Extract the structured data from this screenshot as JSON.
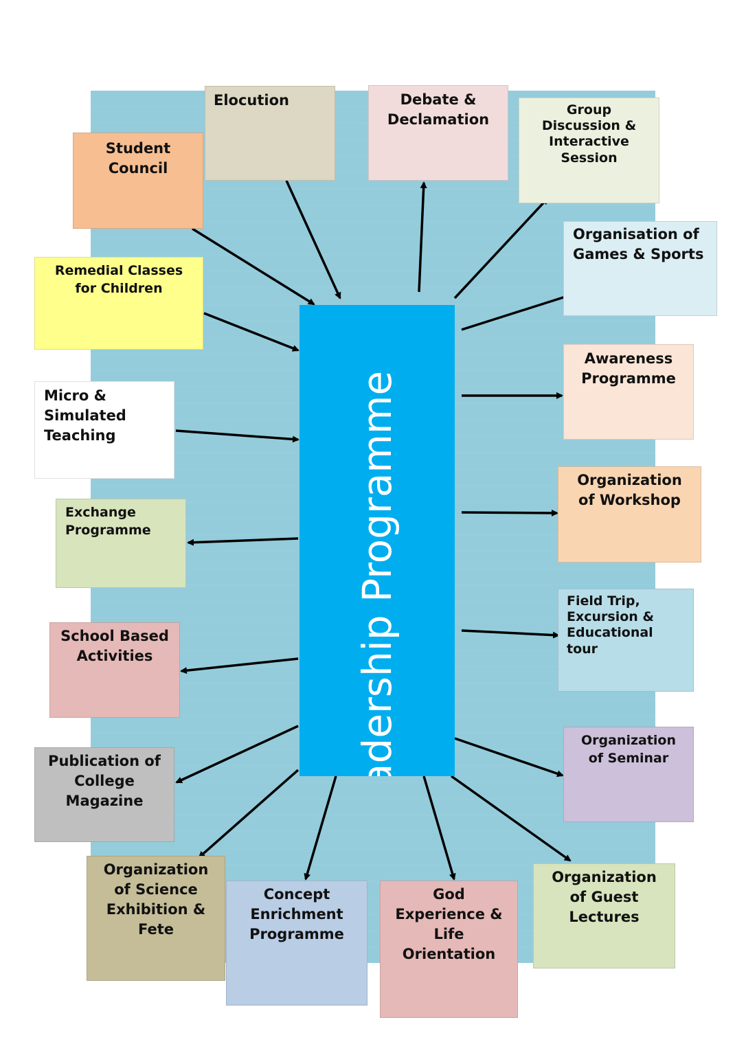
{
  "center": {
    "label": "Leadership Programme",
    "color": "#00aeef"
  },
  "background_color": "#94ccdb",
  "nodes": [
    {
      "id": "student-council",
      "label": "Student\nCouncil",
      "color": "#f7be91"
    },
    {
      "id": "elocution",
      "label": "Elocution",
      "color": "#ddd8c3"
    },
    {
      "id": "debate",
      "label": "Debate &\nDeclamation",
      "color": "#f2dcdb"
    },
    {
      "id": "group-discussion",
      "label": "Group\nDiscussion &\nInteractive\nSession",
      "color": "#ebf1de"
    },
    {
      "id": "games-sports",
      "label": "Organisation of\nGames & Sports",
      "color": "#dbeef4"
    },
    {
      "id": "remedial",
      "label": "Remedial Classes\nfor Children",
      "color": "#ffff8c"
    },
    {
      "id": "awareness",
      "label": "Awareness\nProgramme",
      "color": "#fbe5d6"
    },
    {
      "id": "micro-teaching",
      "label": "Micro &\nSimulated\nTeaching",
      "color": "#ffffff"
    },
    {
      "id": "workshop",
      "label": "Organization\nof Workshop",
      "color": "#f9d5b1"
    },
    {
      "id": "exchange",
      "label": "Exchange\nProgramme",
      "color": "#d8e4bc"
    },
    {
      "id": "field-trip",
      "label": "Field Trip,\nExcursion &\nEducational\ntour",
      "color": "#b7dde8"
    },
    {
      "id": "school-based",
      "label": "School Based\nActivities",
      "color": "#e5b9b7"
    },
    {
      "id": "seminar",
      "label": "Organization\nof Seminar",
      "color": "#ccc0da"
    },
    {
      "id": "magazine",
      "label": "Publication of\nCollege\nMagazine",
      "color": "#bfbfbf"
    },
    {
      "id": "science-exhibition",
      "label": "Organization\nof Science\nExhibition &\nFete",
      "color": "#c4bd97"
    },
    {
      "id": "concept-enrichment",
      "label": "Concept\nEnrichment\nProgramme",
      "color": "#b9cde5"
    },
    {
      "id": "god-experience",
      "label": "God\nExperience &\nLife\nOrientation",
      "color": "#e5b9b7"
    },
    {
      "id": "guest-lectures",
      "label": "Organization\nof Guest\nLectures",
      "color": "#d7e4bd"
    }
  ]
}
